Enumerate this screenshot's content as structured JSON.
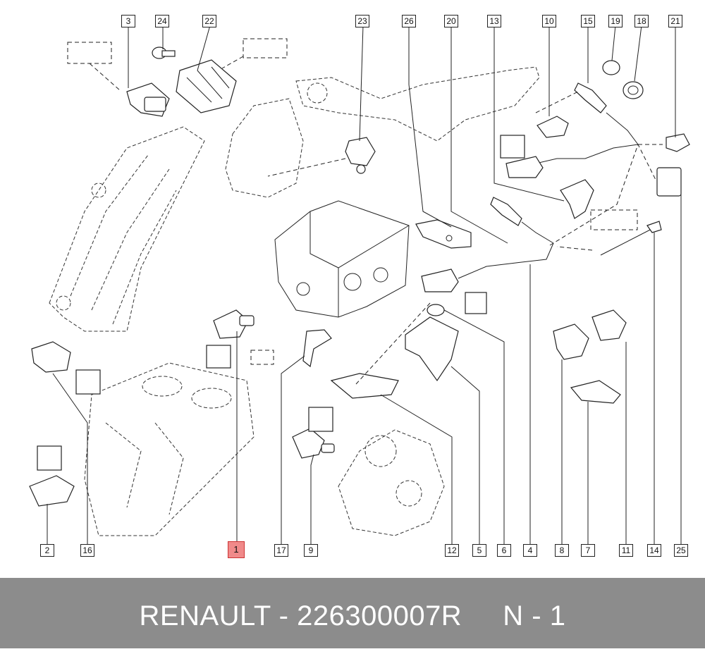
{
  "footer": {
    "brand": "RENAULT",
    "separator": " - ",
    "part_number": "226300007R",
    "gap": "     ",
    "note": "N - 1"
  },
  "callouts": {
    "c1": "1",
    "c2": "2",
    "c3": "3",
    "c4": "4",
    "c5": "5",
    "c6": "6",
    "c7": "7",
    "c8": "8",
    "c9": "9",
    "c10": "10",
    "c11": "11",
    "c12": "12",
    "c13": "13",
    "c14": "14",
    "c15": "15",
    "c16": "16",
    "c17": "17",
    "c18": "18",
    "c19": "19",
    "c20": "20",
    "c21": "21",
    "c22": "22",
    "c23": "23",
    "c24": "24",
    "c25": "25",
    "c26": "26"
  },
  "highlight_callout": "1",
  "colors": {
    "highlight": "#f08a8a",
    "footer_bg": "#8c8c8c",
    "line": "#222222"
  }
}
